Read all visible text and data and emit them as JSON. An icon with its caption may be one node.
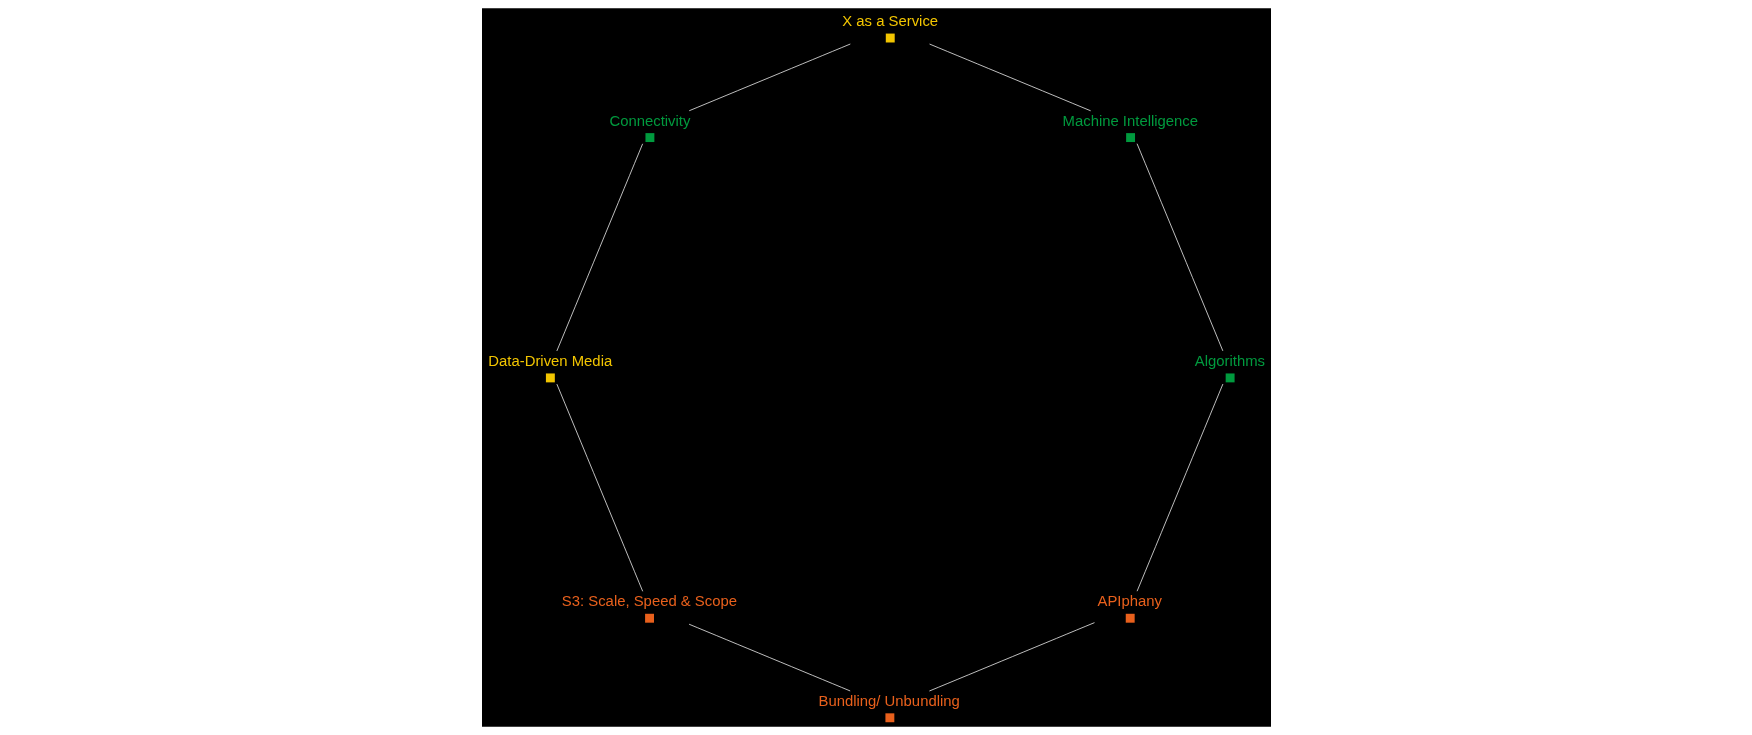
{
  "diagram": {
    "nodes": [
      {
        "text": [],
        "shape": "box",
        "beside": [
          "APIphany"
        ]
      },
      {
        "text": [],
        "shape": "box",
        "beside": [
          "Bundling/ Unbundling"
        ]
      },
      {
        "text": [],
        "shape": "box",
        "beside": [
          "Data-Driven Media"
        ]
      },
      {
        "text": [],
        "shape": "box",
        "beside": [
          "S3: Scale, Speed & Scope"
        ]
      },
      {
        "text": [],
        "shape": "box",
        "beside": [
          "Algorithms"
        ]
      },
      {
        "text": [],
        "shape": "box",
        "beside": [
          "Connectivity"
        ]
      },
      {
        "text": [],
        "shape": "box",
        "beside": [
          "Machine Intelligence"
        ]
      },
      {
        "text": [],
        "shape": "box",
        "beside": [
          "X as a Service"
        ]
      }
    ],
    "edges": [
      {
        "from": 0,
        "to": 1,
        "arrow": "none"
      },
      {
        "from": 1,
        "to": 3,
        "arrow": "none"
      },
      {
        "from": 3,
        "to": 2,
        "arrow": "none"
      },
      {
        "from": 2,
        "to": 5,
        "arrow": "none"
      },
      {
        "from": 5,
        "to": 7,
        "arrow": "none"
      },
      {
        "from": 7,
        "to": 6,
        "arrow": "none"
      },
      {
        "from": 6,
        "to": 4,
        "arrow": "none"
      },
      {
        "from": 4,
        "to": 0,
        "arrow": "none"
      }
    ]
  }
}
